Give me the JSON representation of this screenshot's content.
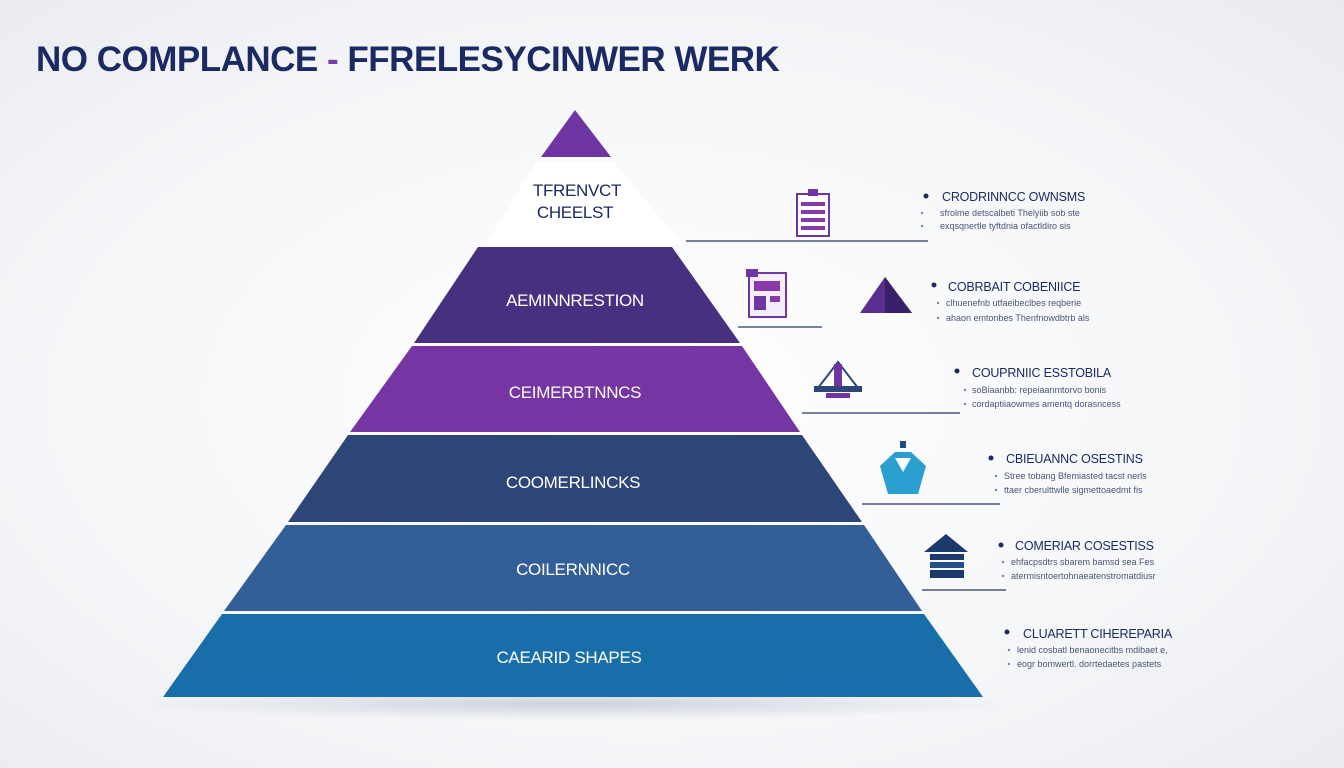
{
  "title": {
    "main": "NO COMPLANCE",
    "separator": "-",
    "rest": "FFRELESYCINWER WERK"
  },
  "colors": {
    "title": "#1b2a63",
    "apex": "#6f36a3",
    "tier_white": "#ffffff",
    "tier_1": "#47307f",
    "tier_2": "#7535a3",
    "tier_3": "#2d4677",
    "tier_4": "#325f98",
    "tier_5": "#186ea9"
  },
  "tiers": [
    {
      "label_lines": [
        "TFRENVCT",
        "CHEELST"
      ]
    },
    {
      "label": "AEMINNRESTION"
    },
    {
      "label": "CEIMERBTNNCS"
    },
    {
      "label": "COOMERLINCKS"
    },
    {
      "label": "COILERNNICC"
    },
    {
      "label": "CAEARID SHAPES"
    }
  ],
  "annotations": [
    {
      "icon": "clipboard-icon",
      "title": "CRODRINNCC OWNSMS",
      "desc": [
        "sfrolme detscalbeti Thelyiib sob ste",
        "exqsqnertle tyftdnia ofactldiro sis"
      ]
    },
    {
      "icon": "checklist-board-icon",
      "secondary_icon": "pyramid-icon",
      "title": "COBRBAIT COBENIICE",
      "desc": [
        "clhuenefnb utfaeibeclbes reqberie",
        "ahaon emtonbes Thenfnowdbtrb als"
      ]
    },
    {
      "icon": "scale-icon",
      "title": "COUPRNIIC ESSTOBILA",
      "desc": [
        "soBiaanbb: repeiaanmtorvo bonis",
        "cordaptiiaowmes amentq dorasncess"
      ]
    },
    {
      "icon": "shield-badge-icon",
      "title": "CBIEUANNC OSESTINS",
      "desc": [
        "Stree tobang Bfemiasted tacst nerls",
        "ttaer cberulttwlle sigmettoaedmt fis"
      ]
    },
    {
      "icon": "stack-icon",
      "title": "COMERIAR COSESTISS",
      "desc": [
        "ehfacpsdtrs sbarem bamsd sea Fes",
        "atermisntoertohnaeatenstromatdiusr"
      ]
    },
    {
      "icon": "",
      "title": "CLUARETT CIHEREPARIA",
      "desc": [
        "lenid cosbatl benaonecitbs mdibaet e,",
        "eogr bomwertl. dorrtedaetes pastets"
      ]
    }
  ]
}
